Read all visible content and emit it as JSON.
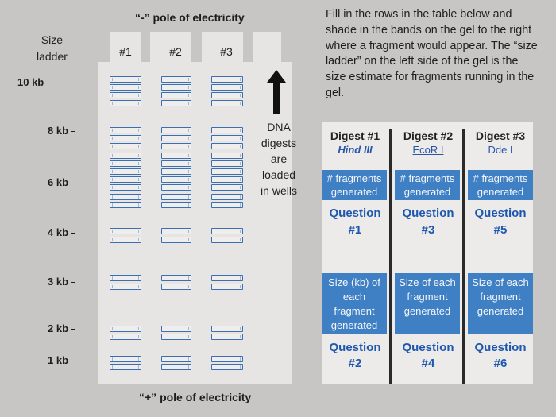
{
  "gel": {
    "negative_pole": "“-” pole of electricity",
    "positive_pole": "“+” pole of electricity",
    "size_ladder_title_line1": "Size",
    "size_ladder_title_line2": "ladder",
    "wells": [
      "#1",
      "#2",
      "#3"
    ],
    "ladder_marks": [
      "10 kb",
      "8 kb",
      "6 kb",
      "4 kb",
      "3 kb",
      "2 kb",
      "1 kb"
    ],
    "dna_note": [
      "DNA",
      "digests",
      "are",
      "loaded",
      "in wells"
    ]
  },
  "instructions": "Fill in the rows in the table below and shade in the bands on the gel to the right where a fragment would appear. The “size ladder” on the left side of the gel is the size estimate for fragments running in the gel.",
  "table": {
    "columns": [
      {
        "digest": "Digest #1",
        "enzyme": "Hind III",
        "q_top": "Question",
        "q_top_num": "#1",
        "q_bottom": "Question",
        "q_bottom_num": "#2"
      },
      {
        "digest": "Digest #2",
        "enzyme": "EcoR I",
        "q_top": "Question",
        "q_top_num": "#3",
        "q_bottom": "Question",
        "q_bottom_num": "#4"
      },
      {
        "digest": "Digest #3",
        "enzyme": "Dde I",
        "q_top": "Question",
        "q_top_num": "#5",
        "q_bottom": "Question",
        "q_bottom_num": "#6"
      }
    ],
    "row_fragments": [
      "# fragments",
      "generated"
    ],
    "row_size_col1": [
      "Size (kb) of",
      "each",
      "fragment",
      "generated"
    ],
    "row_size_other": [
      "Size of each",
      "fragment",
      "generated"
    ]
  },
  "colors": {
    "band": "#3b6fb3",
    "table_blue": "#3f7fc4",
    "question": "#1d57b0"
  }
}
